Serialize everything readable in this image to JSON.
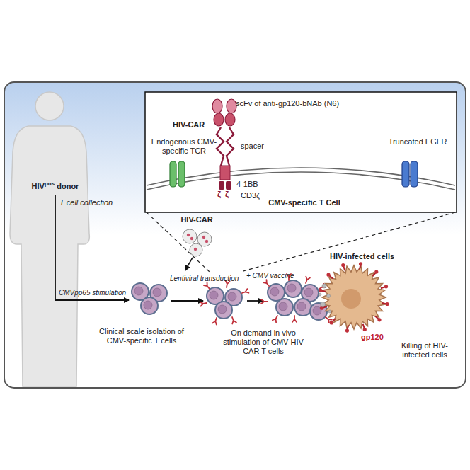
{
  "diagram": {
    "nodes": [
      {
        "text": [
          "HIV",
          "pos",
          "donor"
        ]
      },
      {
        "text": [
          "scFv of anti-gp120-bNAb (N6)",
          "HIV-CAR",
          "spacer",
          "Endogenous CMV-specific TCR",
          "4-1BB",
          "CD3ζ",
          "Truncated EGFR",
          "CMV-specific T Cell"
        ]
      },
      {
        "text": [
          "Clinical scale isolation of CMV-specific T cells"
        ]
      },
      {
        "text": [
          "HIV-CAR"
        ]
      },
      {
        "text": [
          "On demand in vivo stimulation of CMV-HIV CAR T cells"
        ]
      },
      {
        "text": [
          "HIV-infected cells",
          "gp120",
          "Killing of HIV-infected cells"
        ]
      }
    ],
    "edges": [
      {
        "from": 0,
        "to": 2,
        "label": "CMVpp65 stimulation",
        "arrow": "to"
      }
    ],
    "labels": [
      "T cell collection",
      "Lentiviral transduction",
      "+ CMV vaccine",
      "ζ",
      "ζ"
    ]
  }
}
